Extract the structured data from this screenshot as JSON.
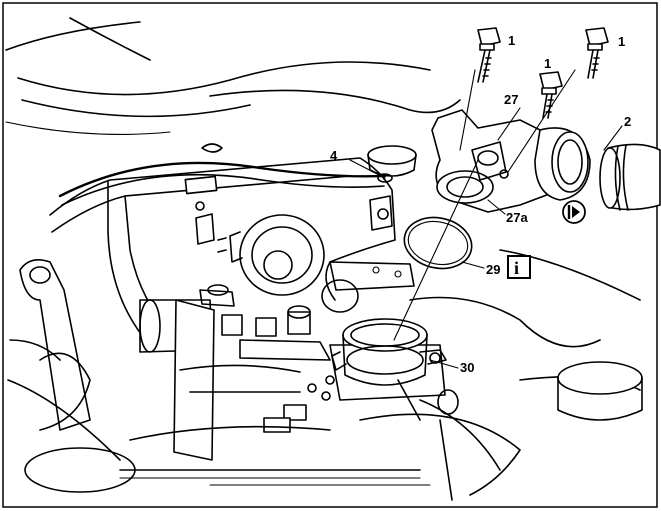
{
  "callouts": {
    "bolt_left": "1",
    "bolt_mid": "1",
    "bolt_right": "1",
    "hose": "2",
    "hose_line": "4",
    "housing": "27",
    "housing_variant": "27a",
    "gasket": "29",
    "thermostat": "30"
  },
  "icons": {
    "info": "info-icon",
    "note_symbol": "note-symbol-icon"
  },
  "info_glyph": "i",
  "colors": {
    "line": "#000000",
    "background": "#ffffff"
  }
}
